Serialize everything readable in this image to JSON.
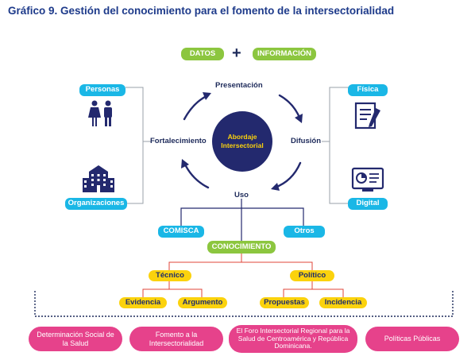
{
  "title": "Gráfico 9. Gestión del conocimiento para el fomento de la intersectorialidad",
  "top": {
    "datos": "DATOS",
    "plus": "+",
    "informacion": "INFORMACIÓN"
  },
  "cycle": {
    "center": "Abordaje Intersectorial",
    "presentacion": "Presentación",
    "difusion": "Difusión",
    "uso": "Uso",
    "fortalecimiento": "Fortalecimiento"
  },
  "left": {
    "personas": "Personas",
    "organizaciones": "Organizaciones"
  },
  "right": {
    "fisica": "Física",
    "digital": "Digital"
  },
  "mid": {
    "comisca": "COMISCA",
    "otros": "Otros",
    "conocimiento": "CONOCIMIENTO"
  },
  "tree": {
    "tecnico": "Técnico",
    "politico": "Político",
    "evidencia": "Evidencia",
    "argumento": "Argumento",
    "propuestas": "Propuestas",
    "incidencia": "Incidencia"
  },
  "bottom": [
    "Determinación Social de la Salud",
    "Fomento a la Intersectorialidad",
    "El Foro Intersectorial Regional para la Salud de Centroamérica y República Dominicana.",
    "Políticas Públicas"
  ],
  "colors": {
    "green": "#8cc63f",
    "cyan": "#1ab7e6",
    "yellow": "#fbd20d",
    "pink": "#e6428b",
    "navy": "#23296e",
    "red_line": "#e0443a"
  },
  "icons": [
    "people-icon",
    "building-icon",
    "document-icon",
    "monitor-icon",
    "cycle-arrow-icon"
  ]
}
